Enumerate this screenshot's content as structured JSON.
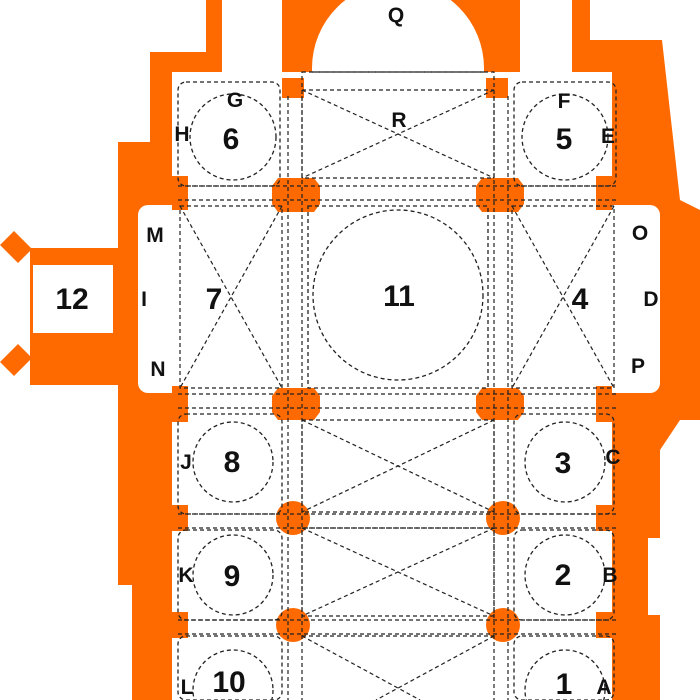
{
  "colors": {
    "wall": "#ff6a00",
    "floor": "#ffffff",
    "line": "#222222"
  },
  "bay_numbers": [
    "1",
    "2",
    "3",
    "4",
    "5",
    "6",
    "7",
    "8",
    "9",
    "10",
    "11",
    "12"
  ],
  "letters": [
    "A",
    "B",
    "C",
    "D",
    "E",
    "F",
    "G",
    "H",
    "I",
    "J",
    "K",
    "L",
    "M",
    "N",
    "O",
    "P",
    "Q",
    "R"
  ]
}
